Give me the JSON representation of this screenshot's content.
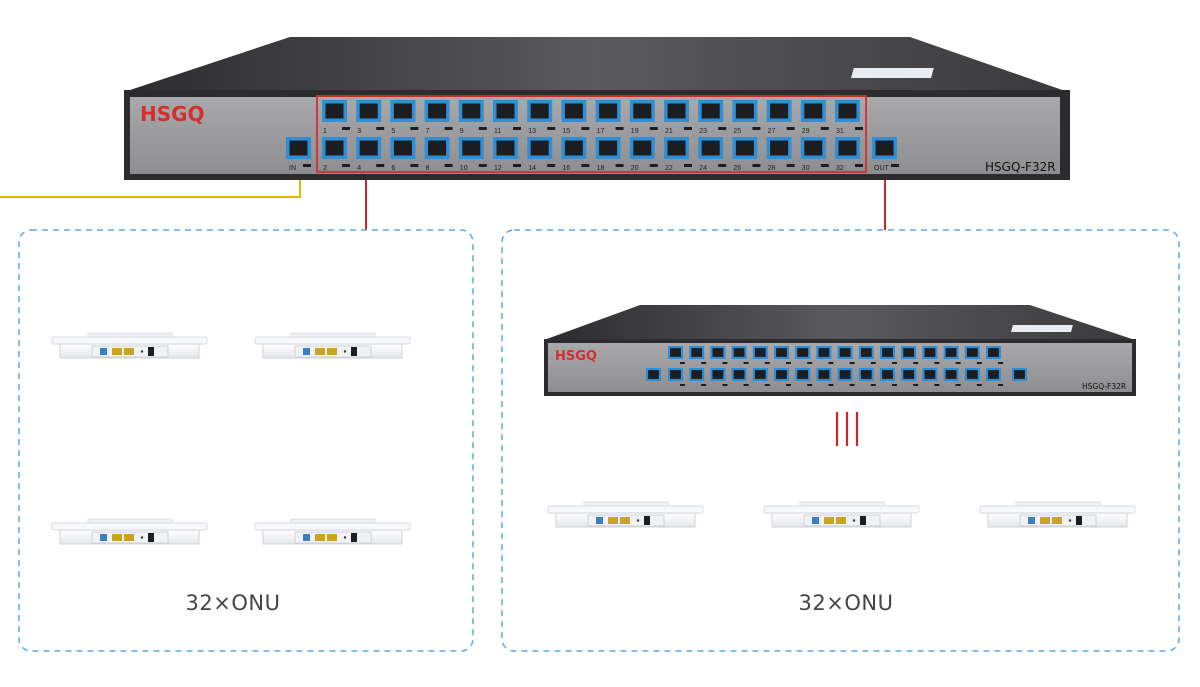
{
  "switch_main": {
    "brand": "HSGQ",
    "model": "HSGQ-F32R",
    "in_label": "IN",
    "out_label": "OUT",
    "ports_top": [
      "1",
      "3",
      "5",
      "7",
      "9",
      "11",
      "13",
      "15",
      "17",
      "19",
      "21",
      "23",
      "25",
      "27",
      "29",
      "31"
    ],
    "ports_bottom": [
      "2",
      "4",
      "6",
      "8",
      "10",
      "12",
      "14",
      "16",
      "18",
      "20",
      "22",
      "24",
      "26",
      "28",
      "30",
      "32"
    ]
  },
  "switch_secondary": {
    "brand": "HSGQ",
    "model": "HSGQ-F32R"
  },
  "groups": {
    "left_caption": "32×ONU",
    "right_caption": "32×ONU"
  },
  "colors": {
    "brand_red": "#d32f2f",
    "port_blue": "#2f8fd6",
    "link_red": "#c62828",
    "uplink_yellow": "#e8b400",
    "group_border": "#5aa9e6",
    "chassis_dark": "#3a3a3c",
    "faceplate": "#9a9a9c"
  },
  "icons": {
    "onu": "onu-device-icon",
    "switch": "olt-switch-icon"
  }
}
